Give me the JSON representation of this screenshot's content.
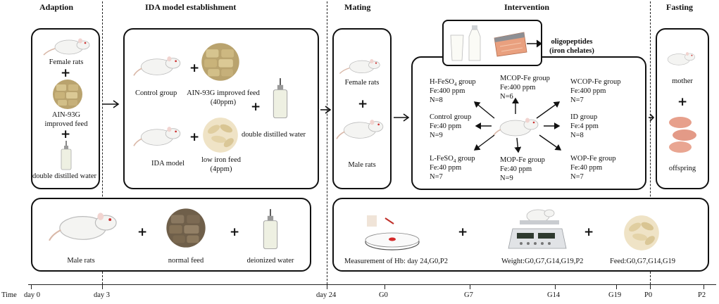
{
  "phases": {
    "adaption": "Adaption",
    "ida": "IDA  model establishment",
    "mating": "Mating",
    "intervention": "Intervention",
    "fasting": "Fasting"
  },
  "adaption_box": {
    "female": "Female rats",
    "feed_line1": "AIN-93G",
    "feed_line2": "improved feed",
    "water": "double distilled water"
  },
  "ida_box": {
    "control": "Control group",
    "ain_feed_line1": "AIN-93G improved feed",
    "ain_feed_line2": "(40ppm)",
    "water": "double distilled water",
    "ida_model": "IDA model",
    "low_iron_line1": "low iron feed",
    "low_iron_line2": "(4ppm)"
  },
  "mating_box": {
    "female": "Female rats",
    "male": "Male rats"
  },
  "oligopeptides": {
    "line1": "oligopeptides",
    "line2": "(iron chelates)"
  },
  "groups": {
    "hfeso4": {
      "name": "H-FeSO",
      "sub": "4",
      "name_after": " group",
      "fe": "Fe:400 ppm",
      "n": "N=8"
    },
    "mcop": {
      "name": "MCOP-Fe group",
      "fe": "Fe:400 ppm",
      "n": "N=6"
    },
    "wcop": {
      "name": "WCOP-Fe group",
      "fe": "Fe:400 ppm",
      "n": "N=7"
    },
    "control": {
      "name": "Control group",
      "fe": "Fe:40 ppm",
      "n": "N=9"
    },
    "id": {
      "name": "ID group",
      "fe": "Fe:4 ppm",
      "n": "N=8"
    },
    "lfeso4": {
      "name": "L-FeSO",
      "sub": "4",
      "name_after": " group",
      "fe": "Fe:40 ppm",
      "n": "N=7"
    },
    "mop": {
      "name": "MOP-Fe group",
      "fe": "Fe:40 ppm",
      "n": "N=9"
    },
    "wop": {
      "name": "WOP-Fe group",
      "fe": "Fe:40 ppm",
      "n": "N=7"
    }
  },
  "fasting_box": {
    "mother": "mother",
    "offspring": "offspring"
  },
  "bottom_left": {
    "male": "Male rats",
    "feed": "normal feed",
    "water": "deionized water"
  },
  "bottom_right": {
    "hb": "Measurement of Hb: day 24,G0,P2",
    "weight": "Weight:G0,G7,G14,G19,P2",
    "feed": "Feed:G0,G7,G14,G19"
  },
  "timeline": {
    "axis_label": "Time",
    "ticks": [
      "day 0",
      "day 3",
      "day 24",
      "G0",
      "G7",
      "G14",
      "G19",
      "P0",
      "P2"
    ]
  },
  "plus_sign": "+",
  "colors": {
    "line": "#111111",
    "rat": "#f4f4f2",
    "feed": "#b9a36e",
    "dark_feed": "#6f5f4a",
    "water": "#eef0e2",
    "salmon": "#e9a07f",
    "pup": "#e7a08c"
  }
}
